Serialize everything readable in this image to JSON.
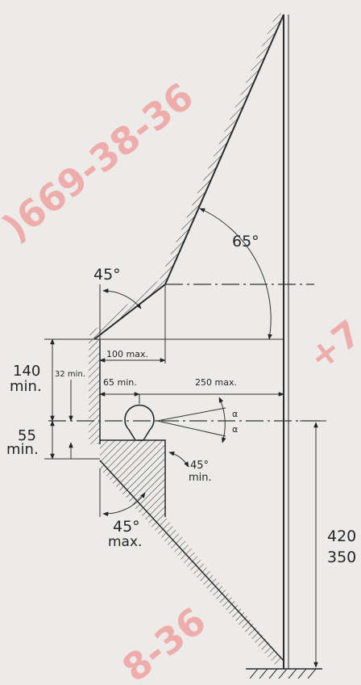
{
  "labels": {
    "angle_roof": "65°",
    "angle_ramp": "45°",
    "offset_100": "100 max.",
    "height_140": "140",
    "height_140_unit": "min.",
    "offset_32": "32 min.",
    "offset_65": "65 min.",
    "reach_250": "250 max.",
    "alpha_top": "α",
    "alpha_bottom": "α",
    "height_55": "55",
    "height_55_unit": "min.",
    "angle_lower_min": "45°",
    "angle_lower_min_unit": "min.",
    "angle_lower_max": "45°",
    "angle_lower_max_unit": "max.",
    "height_420": "420",
    "height_350": "350"
  },
  "watermarks": {
    "top": ")669-38-36",
    "bottom": "8-36",
    "right": "+7"
  },
  "colors": {
    "background": "#ecebe9",
    "lines": "#2a2a2a",
    "watermark": "#f07a78"
  }
}
